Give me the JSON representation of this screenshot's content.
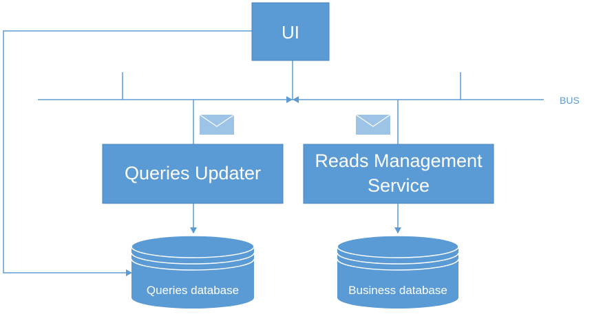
{
  "nodes": {
    "ui": {
      "label": "UI"
    },
    "queries_updater": {
      "label": "Queries Updater"
    },
    "reads_management_service": {
      "label_line1": "Reads Management",
      "label_line2": "Service"
    },
    "queries_database": {
      "label": "Queries database"
    },
    "business_database": {
      "label": "Business database"
    }
  },
  "bus": {
    "label": "BUS"
  },
  "colors": {
    "box_fill": "#5b9bd5",
    "box_border": "#4a86c0",
    "line": "#5b9bd5",
    "db_fill": "#5b9bd5",
    "db_ring": "#ffffff",
    "envelope_fill": "#9dc3e6",
    "text_on_box": "#ffffff"
  },
  "icons": {
    "message": "envelope-icon",
    "arrow": "arrow-head-icon"
  }
}
